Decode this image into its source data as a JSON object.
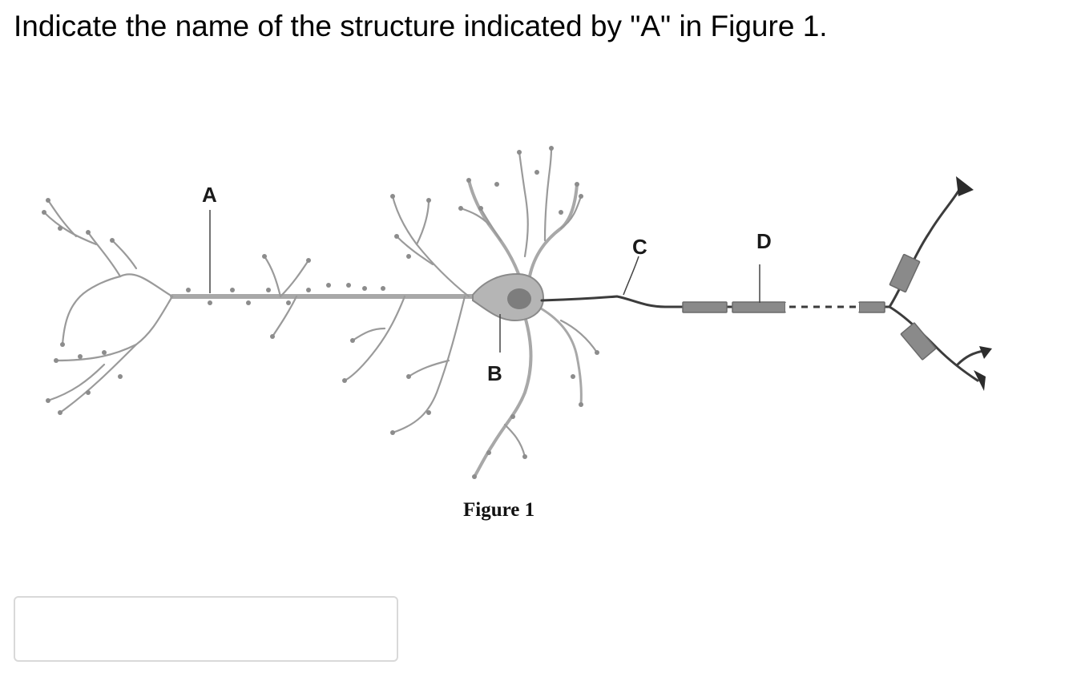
{
  "question": {
    "text": "Indicate the name of the structure indicated by \"A\" in Figure 1."
  },
  "figure": {
    "labels": {
      "a": "A",
      "b": "B",
      "c": "C",
      "d": "D"
    },
    "caption": "Figure 1"
  },
  "answer": {
    "value": "",
    "placeholder": ""
  }
}
